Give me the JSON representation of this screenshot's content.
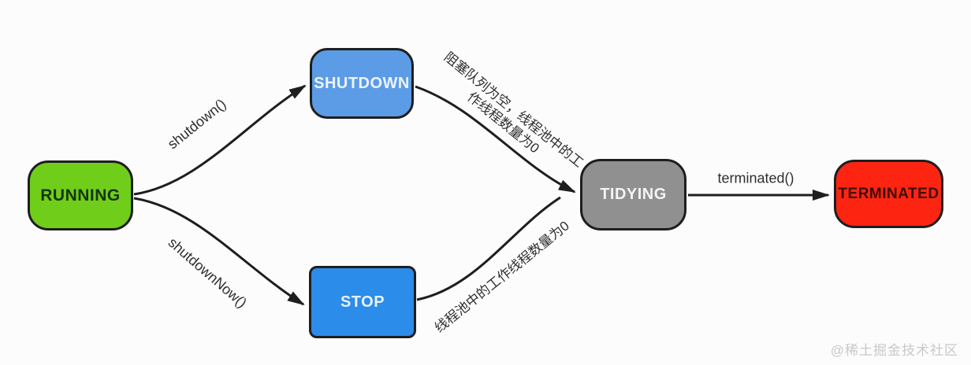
{
  "nodes": {
    "running": {
      "label": "RUNNING",
      "bg": "#70ce1b",
      "text_color": "#16350a"
    },
    "shutdown": {
      "label": "SHUTDOWN",
      "bg": "#5c9ce6",
      "text_color": "#ecf4ff"
    },
    "stop": {
      "label": "STOP",
      "bg": "#2b8ce9",
      "text_color": "#e8f2ff"
    },
    "tidying": {
      "label": "TIDYING",
      "bg": "#909090",
      "text_color": "#f4f4f4"
    },
    "terminated": {
      "label": "TERMINATED",
      "bg": "#fd2512",
      "text_color": "#3f0d05"
    }
  },
  "edges": {
    "running_to_shutdown": {
      "label": "shutdown()"
    },
    "running_to_stop": {
      "label": "shutdownNow()"
    },
    "shutdown_to_tidying": {
      "label_line1": "阻塞队列为空，线程池中的工",
      "label_line2": "作线程数量为0"
    },
    "stop_to_tidying": {
      "label": "线程池中的工作线程数量为0"
    },
    "tidying_to_terminated": {
      "label": "terminated()"
    }
  },
  "watermark": {
    "text": "@稀土掘金技术社区",
    "color": "#c8c8c8"
  },
  "colors": {
    "edge_stroke": "#1e1e1e",
    "background": "#fcfcfc"
  }
}
